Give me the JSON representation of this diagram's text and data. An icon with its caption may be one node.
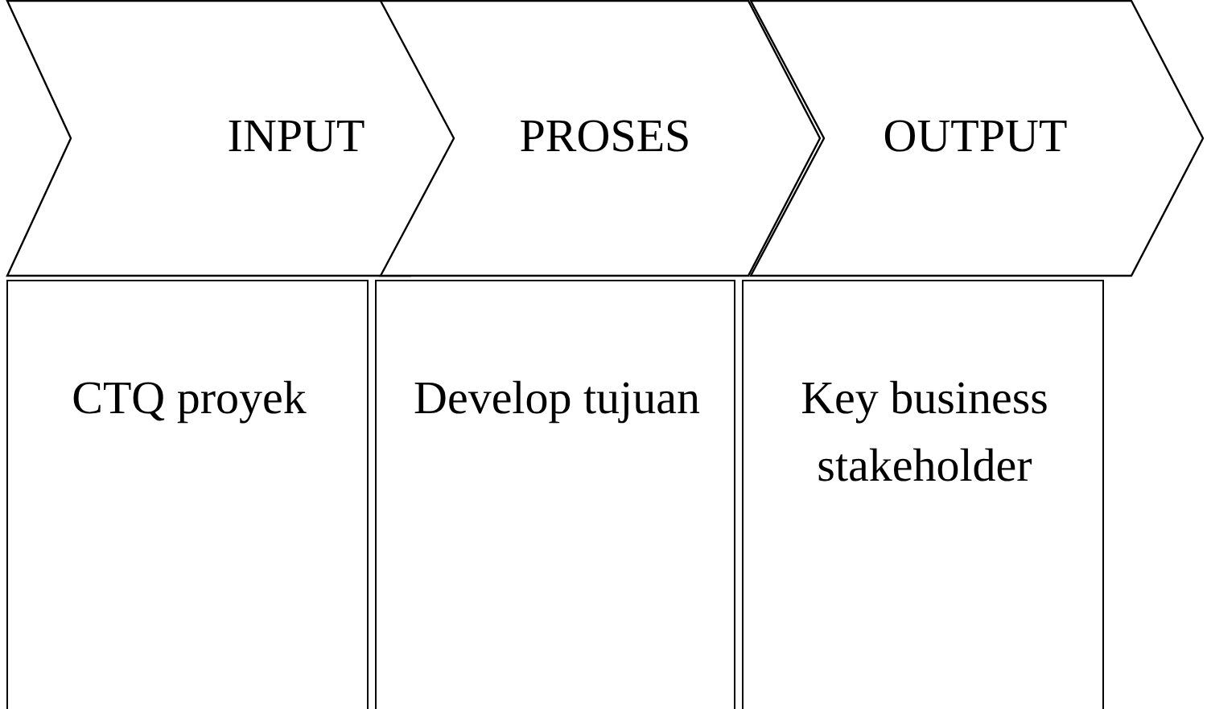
{
  "diagram": {
    "nodes": [
      {
        "text": [
          "INPUT"
        ]
      },
      {
        "text": [
          "PROSES"
        ]
      },
      {
        "text": [
          "OUTPUT"
        ]
      },
      {
        "text": [
          "CTQ proyek"
        ]
      },
      {
        "text": [
          "Develop tujuan"
        ]
      },
      {
        "text": [
          "Key business stakeholder"
        ]
      }
    ]
  }
}
